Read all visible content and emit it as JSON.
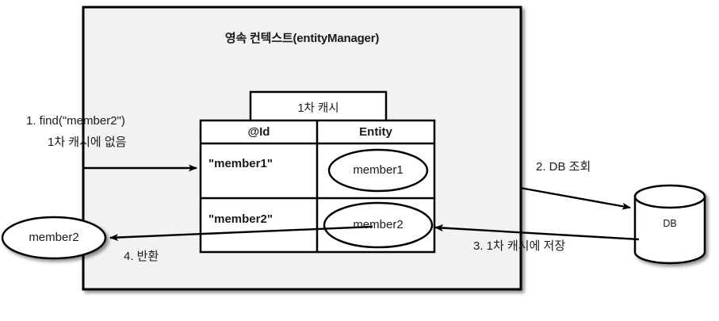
{
  "diagram": {
    "title": "영속 컨텍스트(entityManager)",
    "cache_tab_label": "1차 캐시",
    "table": {
      "columns": [
        "@Id",
        "Entity"
      ],
      "rows": [
        {
          "id": "\"member1\"",
          "entity": "member1"
        },
        {
          "id": "\"member2\"",
          "entity": "member2"
        }
      ]
    },
    "database": {
      "label": "DB"
    },
    "returned_entity": {
      "label": "member2"
    },
    "annotations": {
      "step1_line1": "1. find(\"member2\")",
      "step1_line2": "1차 캐시에 없음",
      "step2": "2. DB 조회",
      "step3": "3. 1차 캐시에 저장",
      "step4": "4. 반환"
    }
  },
  "colors": {
    "context_fill": "#f2f2f2",
    "stroke": "#000000",
    "white": "#ffffff",
    "text": "#1a1a1a"
  }
}
